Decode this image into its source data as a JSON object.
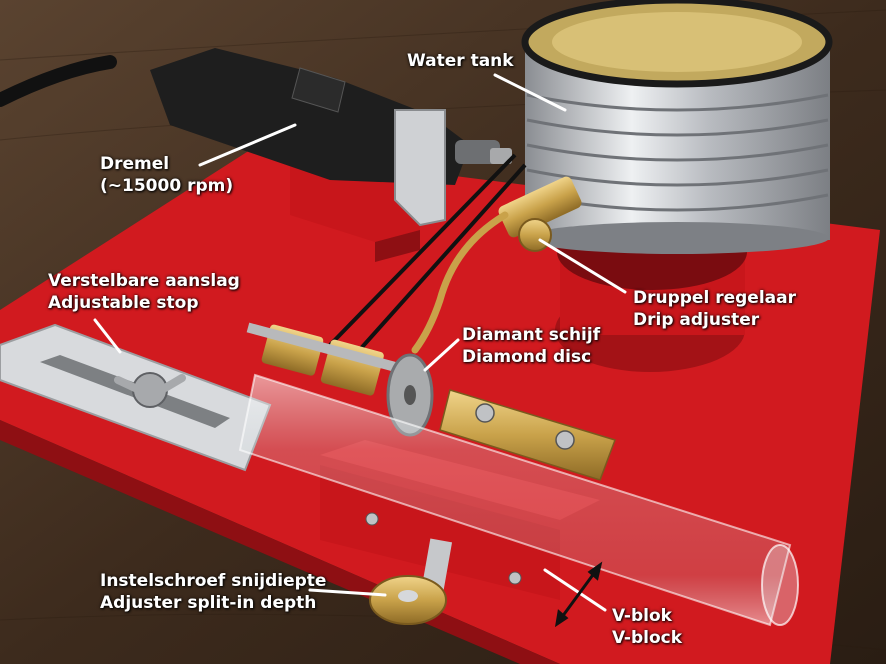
{
  "labels": {
    "water_tank": "Water tank",
    "dremel_line1": "Dremel",
    "dremel_line2": "(~15000 rpm)",
    "stop_nl": "Verstelbare aanslag",
    "stop_en": "Adjustable stop",
    "drip_nl": "Druppel regelaar",
    "drip_en": "Drip adjuster",
    "disc_nl": "Diamant schijf",
    "disc_en": "Diamond disc",
    "depth_nl": "Instelschroef snijdiepte",
    "depth_en": "Adjuster split-in depth",
    "vblock_nl": "V-blok",
    "vblock_en": "V-block"
  },
  "colors": {
    "base_red": "#d11a1f",
    "block_red": "#c8161b",
    "brass": "#c9a24a",
    "aluminium": "#d8dadd",
    "tank_silver": "#c9ccd0",
    "dremel_black": "#1e1e1e",
    "label_white": "#ffffff"
  }
}
